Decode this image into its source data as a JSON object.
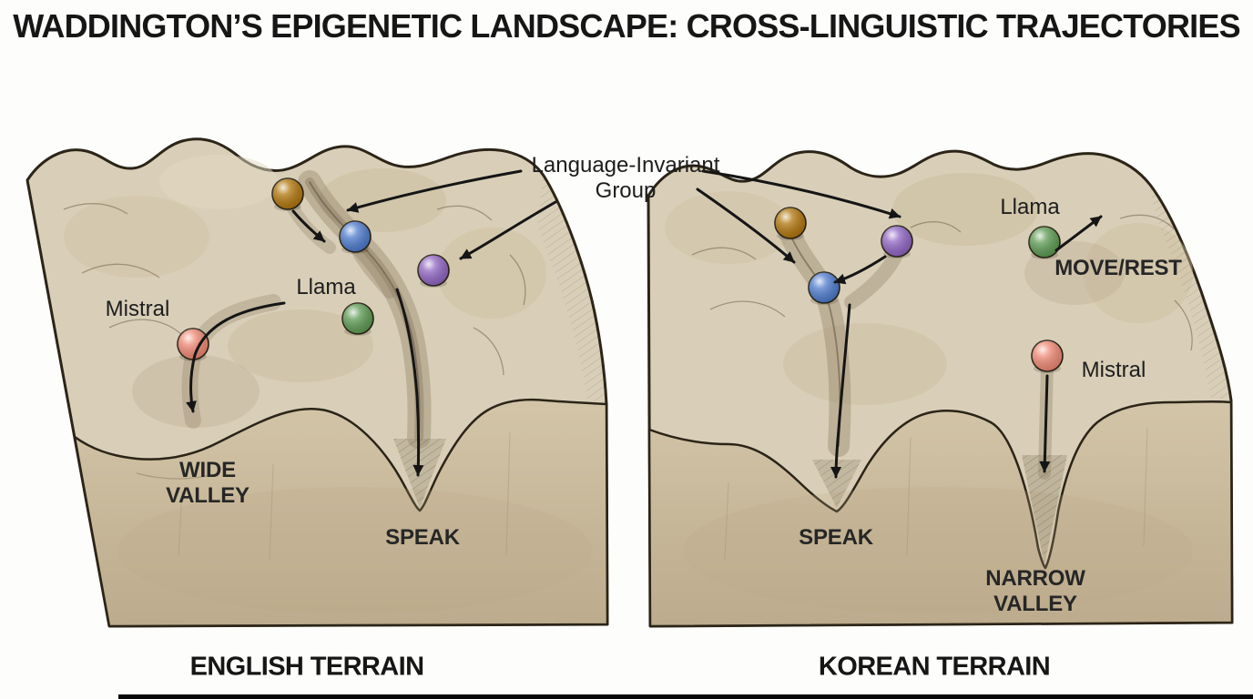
{
  "title": "WADDINGTON’S EPIGENETIC LANDSCAPE: CROSS-LINGUISTIC TRAJECTORIES",
  "annotations": {
    "language_invariant_line1": "Language-Invariant",
    "language_invariant_line2": "Group"
  },
  "english_terrain": {
    "caption": "ENGLISH TERRAIN",
    "mistral_label": "Mistral",
    "llama_label": "Llama",
    "valley_label_line1": "WIDE",
    "valley_label_line2": "VALLEY",
    "speak_label": "SPEAK",
    "balls": [
      "amber",
      "blue",
      "purple",
      "green",
      "salmon"
    ]
  },
  "korean_terrain": {
    "caption": "KOREAN TERRAIN",
    "llama_label": "Llama",
    "move_rest_label": "MOVE/REST",
    "mistral_label": "Mistral",
    "speak_label": "SPEAK",
    "valley_label_line1": "NARROW",
    "valley_label_line2": "VALLEY",
    "balls": [
      "amber",
      "purple",
      "blue",
      "green",
      "salmon"
    ]
  },
  "colors": {
    "ball_amber": "#b1770f",
    "ball_blue": "#4f7ccc",
    "ball_purple": "#9066c2",
    "ball_green": "#5f9b55",
    "ball_salmon": "#ee8975",
    "terrain_light": "#d9cfb8",
    "terrain_front_top": "#d3c5a8",
    "terrain_front_bottom": "#bcab8c",
    "outline": "#2b2417",
    "arrow": "#151515"
  }
}
